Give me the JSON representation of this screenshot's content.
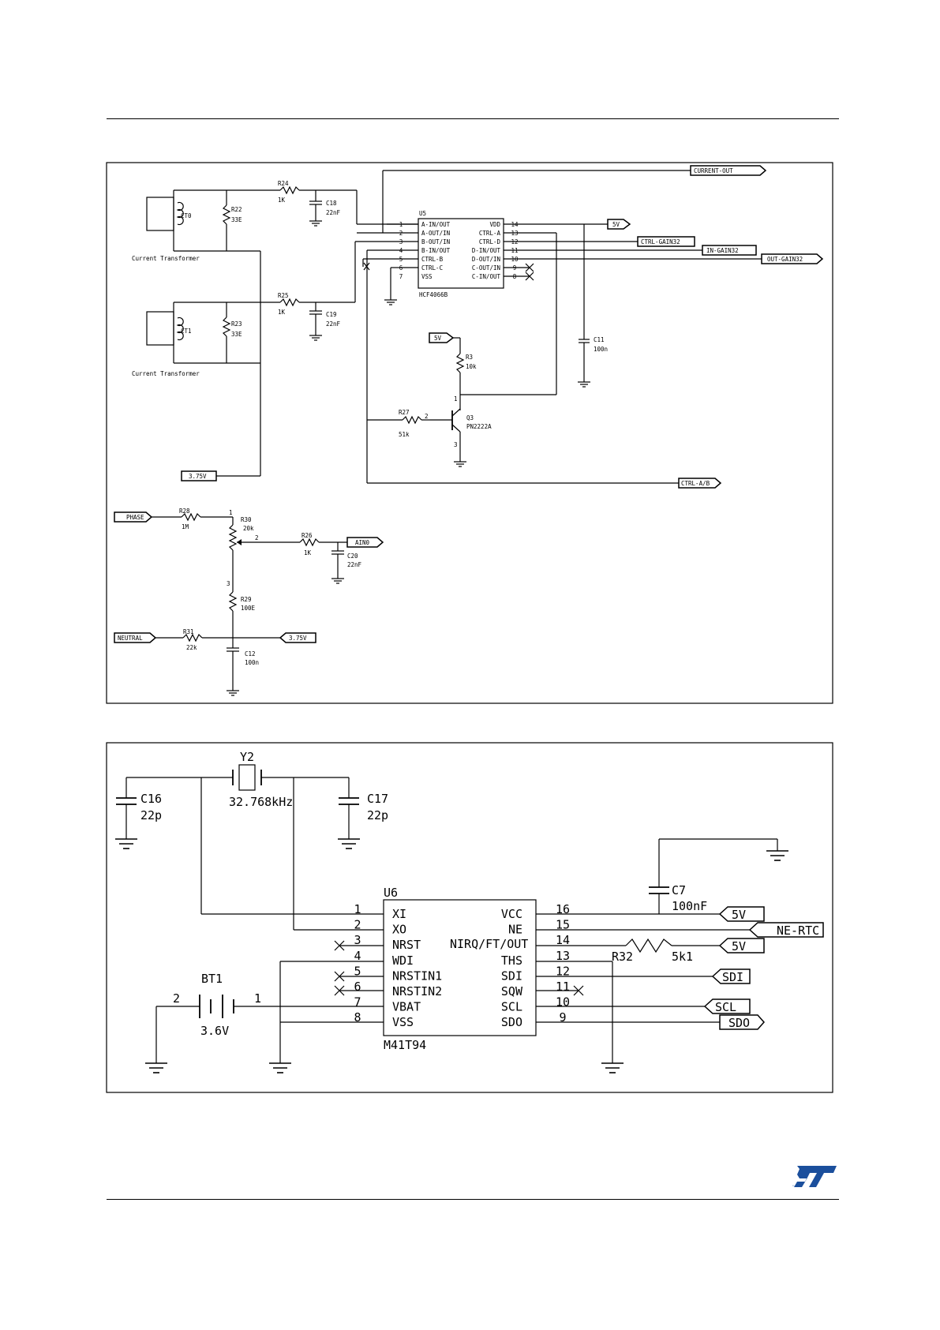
{
  "upper": {
    "ct0": {
      "name": "CT0",
      "caption": "Current Transformer"
    },
    "ct1": {
      "name": "CT1",
      "caption": "Current Transformer"
    },
    "r22": {
      "ref": "R22",
      "val": "33E"
    },
    "r23": {
      "ref": "R23",
      "val": "33E"
    },
    "r24": {
      "ref": "R24",
      "val": "1K"
    },
    "r25": {
      "ref": "R25",
      "val": "1K"
    },
    "c18": {
      "ref": "C18",
      "val": "22nF"
    },
    "c19": {
      "ref": "C19",
      "val": "22nF"
    },
    "u5": {
      "ref": "U5",
      "part": "HCF4066B",
      "left_pins": [
        {
          "num": "1",
          "name": "A-IN/OUT"
        },
        {
          "num": "2",
          "name": "A-OUT/IN"
        },
        {
          "num": "3",
          "name": "B-OUT/IN"
        },
        {
          "num": "4",
          "name": "B-IN/OUT"
        },
        {
          "num": "5",
          "name": "CTRL-B"
        },
        {
          "num": "6",
          "name": "CTRL-C"
        },
        {
          "num": "7",
          "name": "VSS"
        }
      ],
      "right_pins": [
        {
          "num": "14",
          "name": "VDD"
        },
        {
          "num": "13",
          "name": "CTRL-A"
        },
        {
          "num": "12",
          "name": "CTRL-D"
        },
        {
          "num": "11",
          "name": "D-IN/OUT"
        },
        {
          "num": "10",
          "name": "D-OUT/IN"
        },
        {
          "num": "9",
          "name": "C-OUT/IN"
        },
        {
          "num": "8",
          "name": "C-IN/OUT"
        }
      ]
    },
    "ports": {
      "current_out": "CURRENT-OUT",
      "v5_a": "5V",
      "ctrl_gain32": "CTRL-GAIN32",
      "in_gain32": "IN-GAIN32",
      "out_gain32": "OUT-GAIN32",
      "v5_b": "5V",
      "v375_a": "3.75V",
      "ctrl_ab": "CTRL-A/B"
    },
    "c11": {
      "ref": "C11",
      "val": "100n"
    },
    "r3": {
      "ref": "R3",
      "val": "10k"
    },
    "r27": {
      "ref": "R27",
      "val": "51k"
    },
    "q3": {
      "ref": "Q3",
      "part": "PN2222A",
      "pin1": "1",
      "pin2": "2",
      "pin3": "3"
    },
    "phase": "PHASE",
    "neutral": "NEUTRAL",
    "ain0": "AIN0",
    "v375_b": "3.75V",
    "r28": {
      "ref": "R28",
      "val": "1M"
    },
    "r30": {
      "ref": "R30",
      "val": "20k",
      "pin1": "1",
      "pin2": "2",
      "pin3": "3"
    },
    "r26": {
      "ref": "R26",
      "val": "1K"
    },
    "c20": {
      "ref": "C20",
      "val": "22nF"
    },
    "r29": {
      "ref": "R29",
      "val": "100E"
    },
    "r31": {
      "ref": "R31",
      "val": "22k"
    },
    "c12": {
      "ref": "C12",
      "val": "100n"
    }
  },
  "lower": {
    "c16": {
      "ref": "C16",
      "val": "22p"
    },
    "c17": {
      "ref": "C17",
      "val": "22p"
    },
    "y2": {
      "ref": "Y2",
      "val": "32.768kHz"
    },
    "c7": {
      "ref": "C7",
      "val": "100nF"
    },
    "u6": {
      "ref": "U6",
      "part": "M41T94",
      "center": "NIRQ/FT/OUT",
      "left_pins": [
        {
          "num": "1",
          "name": "XI"
        },
        {
          "num": "2",
          "name": "XO"
        },
        {
          "num": "3",
          "name": "NRST"
        },
        {
          "num": "4",
          "name": "WDI"
        },
        {
          "num": "5",
          "name": "NRSTIN1"
        },
        {
          "num": "6",
          "name": "NRSTIN2"
        },
        {
          "num": "7",
          "name": "VBAT"
        },
        {
          "num": "8",
          "name": "VSS"
        }
      ],
      "right_pins": [
        {
          "num": "16",
          "name": "VCC"
        },
        {
          "num": "15",
          "name": "NE"
        },
        {
          "num": "14",
          "name": ""
        },
        {
          "num": "13",
          "name": "THS"
        },
        {
          "num": "12",
          "name": "SDI"
        },
        {
          "num": "11",
          "name": "SQW"
        },
        {
          "num": "10",
          "name": "SCL"
        },
        {
          "num": "9",
          "name": "SDO"
        }
      ]
    },
    "r32": {
      "ref": "R32",
      "val": "5k1"
    },
    "bt1": {
      "ref": "BT1",
      "val": "3.6V",
      "pin1": "1",
      "pin2": "2"
    },
    "ports": {
      "v5_a": "5V",
      "ne_rtc": "NE-RTC",
      "v5_b": "5V",
      "sdi": "SDI",
      "scl": "SCL",
      "sdo": "SDO"
    }
  },
  "footer": {
    "logo": "ST"
  }
}
